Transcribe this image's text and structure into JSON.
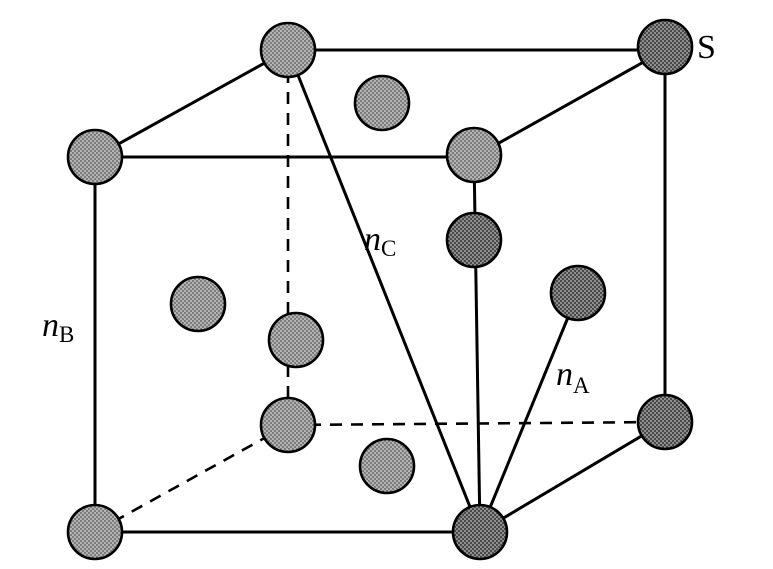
{
  "labels": {
    "s": "S",
    "nA": {
      "main": "n",
      "sub": "A"
    },
    "nB": {
      "main": "n",
      "sub": "B"
    },
    "nC": {
      "main": "n",
      "sub": "C"
    }
  },
  "colors": {
    "atom_fill": "#9c9c9c",
    "atom_fill_dark": "#7e7e7e",
    "line": "#000000",
    "background": "#ffffff"
  }
}
